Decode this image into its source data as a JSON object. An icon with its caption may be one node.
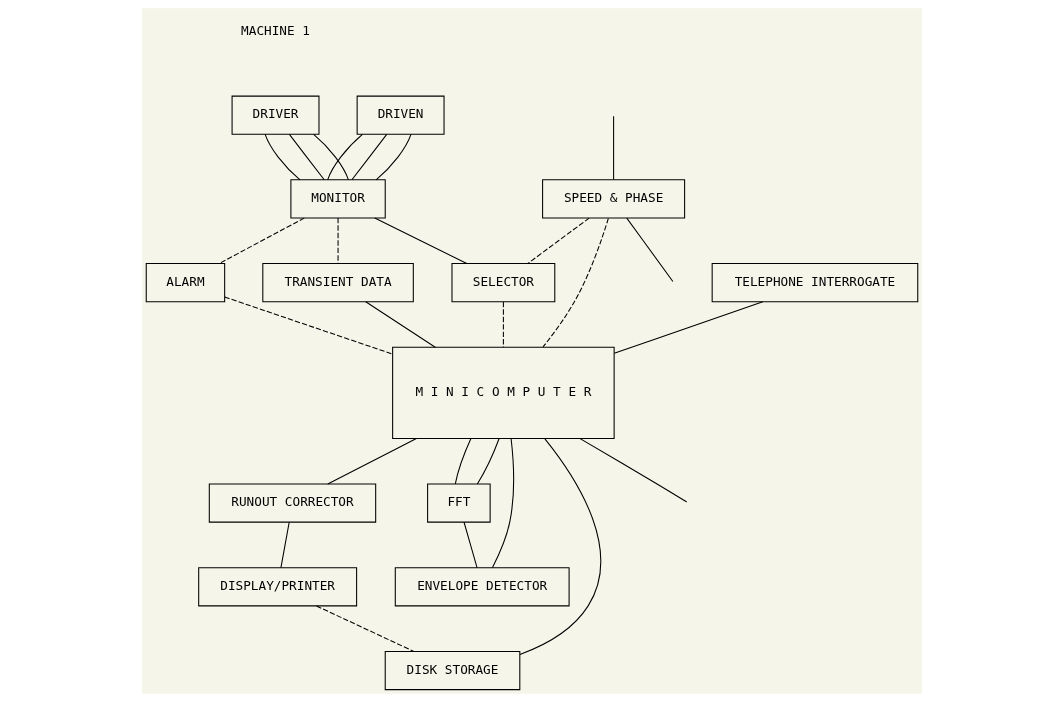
{
  "diagram": {
    "nodes": [
      {
        "text": [
          "SPEED & PHASE"
        ]
      },
      {
        "text": [
          "DRIVER"
        ]
      },
      {
        "text": [
          "DRIVEN"
        ]
      },
      {
        "text": [
          "MONITOR"
        ]
      },
      {
        "text": [
          "ALARM"
        ]
      },
      {
        "text": [
          "TRANSIENT DATA"
        ]
      },
      {
        "text": [
          "SELECTOR"
        ]
      },
      {
        "text": [
          "TELEPHONE INTERROGATE"
        ]
      },
      {
        "text": [
          "M I N I C O M P U T E R"
        ]
      },
      {
        "text": [
          "RUNOUT CORRECTOR"
        ]
      },
      {
        "text": [
          "FFT"
        ]
      },
      {
        "text": [
          "ENVELOPE DETECTOR"
        ]
      },
      {
        "text": [
          "DISPLAY/PRINTER"
        ]
      },
      {
        "text": [
          "DISK STORAGE"
        ]
      }
    ],
    "edges": [
      {
        "from": null,
        "to": 0,
        "arrow": "none"
      },
      {
        "from": 1,
        "to": 3,
        "arrow": "none"
      },
      {
        "from": 1,
        "to": 3,
        "arrow": "none"
      },
      {
        "from": 1,
        "to": 3,
        "arrow": "none"
      },
      {
        "from": 2,
        "to": 3,
        "arrow": "none"
      },
      {
        "from": 2,
        "to": 3,
        "arrow": "none"
      },
      {
        "from": 2,
        "to": 3,
        "arrow": "none"
      },
      {
        "from": 3,
        "to": 4,
        "arrow": "none",
        "style": "dashed"
      },
      {
        "from": 4,
        "to": 8,
        "arrow": "none",
        "style": "dashed"
      },
      {
        "from": 3,
        "to": 5,
        "arrow": "none",
        "style": "dashed"
      },
      {
        "from": 5,
        "to": 8,
        "arrow": "none"
      },
      {
        "from": 3,
        "to": 6,
        "arrow": "none"
      },
      {
        "from": 0,
        "to": 6,
        "arrow": "none",
        "style": "dashed"
      },
      {
        "from": 6,
        "to": 8,
        "arrow": "none",
        "style": "dashed"
      },
      {
        "from": 0,
        "to": 8,
        "arrow": "none",
        "style": "dashed"
      },
      {
        "from": 0,
        "to": null,
        "arrow": "none"
      },
      {
        "from": 7,
        "to": 8,
        "arrow": "none"
      },
      {
        "from": 8,
        "to": 9,
        "arrow": "none"
      },
      {
        "from": 8,
        "to": 10,
        "arrow": "none"
      },
      {
        "from": 8,
        "to": 10,
        "arrow": "none"
      },
      {
        "from": 8,
        "to": 11,
        "arrow": "none"
      },
      {
        "from": 10,
        "to": 11,
        "arrow": "none"
      },
      {
        "from": 8,
        "to": 13,
        "arrow": "none"
      },
      {
        "from": 8,
        "to": null,
        "arrow": "none"
      },
      {
        "from": 9,
        "to": 12,
        "arrow": "none"
      },
      {
        "from": 12,
        "to": 13,
        "arrow": "none",
        "style": "dashed"
      }
    ],
    "labels": [
      "MACHINE 1"
    ]
  }
}
